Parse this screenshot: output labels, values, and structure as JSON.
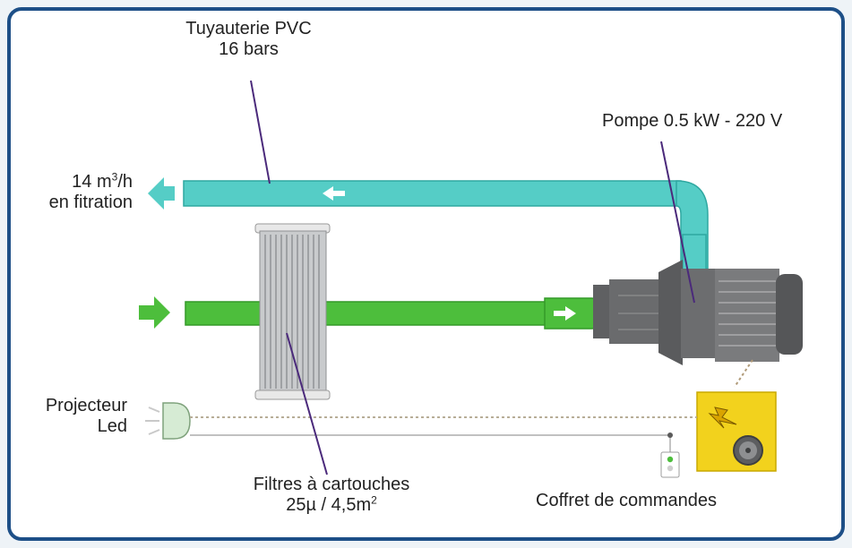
{
  "labels": {
    "pipe_line1": "Tuyauterie PVC",
    "pipe_line2": "16 bars",
    "pump": "Pompe 0.5 kW - 220 V",
    "flow_prefix": "14 m",
    "flow_sup": "3",
    "flow_suffix": "/h",
    "flow_line2": "en fitration",
    "projector_line1": "Projecteur",
    "projector_line2": "Led",
    "filters_line1": "Filtres à cartouches",
    "filters_line2_main": "25µ / 4,5m",
    "filters_line2_sup": "2",
    "control_box": "Coffret de commandes"
  },
  "colors": {
    "border": "#1d4f87",
    "cyan_pipe": "#55cdc6",
    "green_pipe": "#4dbe3c",
    "pump_gray": "#5f6062",
    "control_yellow": "#f2d21d",
    "leader_purple": "#4b2a7b"
  },
  "icons": {
    "flow_out": "arrow-left-icon",
    "flow_in": "arrow-right-icon",
    "power": "lightning-icon"
  }
}
